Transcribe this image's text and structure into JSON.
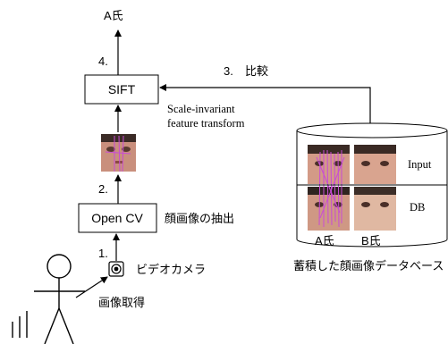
{
  "diagram": {
    "result_label": "A氏",
    "step4_label": "4.",
    "step3_label": "3.",
    "compare_label": "比較",
    "sift_label": "SIFT",
    "sift_caption_line1": "Scale-invariant",
    "sift_caption_line2": "feature transform",
    "step2_label": "2.",
    "opencv_label": "Open CV",
    "extract_label": "顔画像の抽出",
    "step1_label": "1.",
    "camera_label": "ビデオカメラ",
    "acquire_label": "画像取得",
    "db_row_input": "Input",
    "db_row_db": "DB",
    "person_a": "A氏",
    "person_b": "B氏",
    "db_caption": "蓄積した顔画像データベース"
  }
}
